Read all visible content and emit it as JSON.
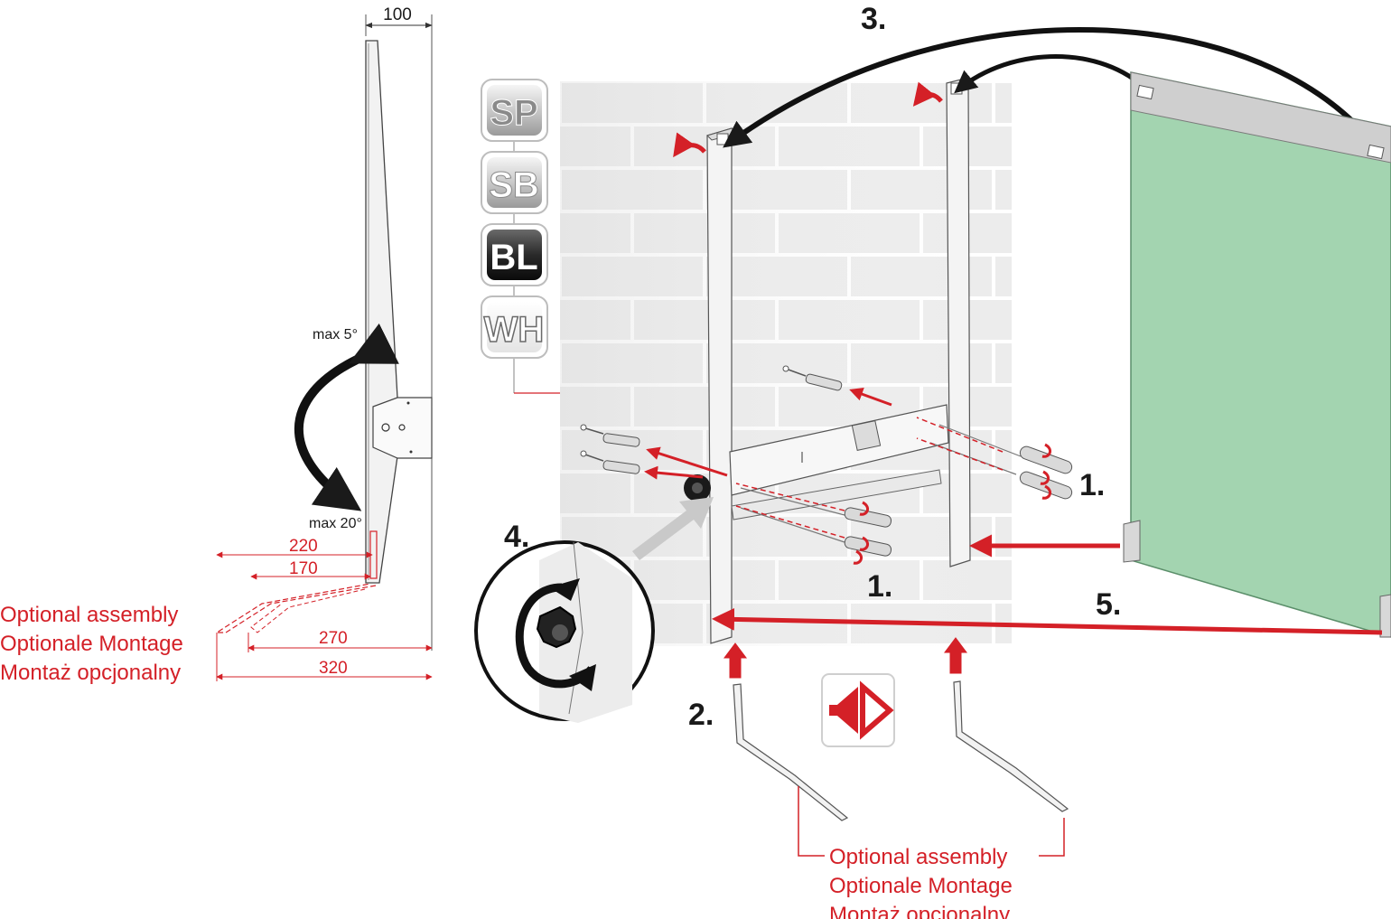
{
  "side_view": {
    "top_dimension": "100",
    "angle_max_top": "max 5°",
    "angle_max_bottom": "max 20°",
    "dimensions": [
      "220",
      "170",
      "270",
      "320"
    ]
  },
  "optional_assembly_left": [
    "Optional assembly",
    "Optionale Montage",
    "Montaż opcjonalny"
  ],
  "optional_assembly_bottom": [
    "Optional assembly",
    "Optionale Montage",
    "Montaż opcjonalny"
  ],
  "color_badges": [
    {
      "code": "SP",
      "style": "silver"
    },
    {
      "code": "SB",
      "style": "silver"
    },
    {
      "code": "BL",
      "style": "black"
    },
    {
      "code": "WH",
      "style": "white"
    }
  ],
  "steps": {
    "step1_right": "1.",
    "step1_lower": "1.",
    "step2": "2.",
    "step3": "3.",
    "step4": "4.",
    "step5": "5."
  },
  "colors": {
    "accent_red": "#d42027",
    "glass_green": "#a3d4b0",
    "frame_gray": "#e8e8e8"
  },
  "icons": [
    "rotate-knob-icon",
    "mirror-arrows-icon"
  ]
}
